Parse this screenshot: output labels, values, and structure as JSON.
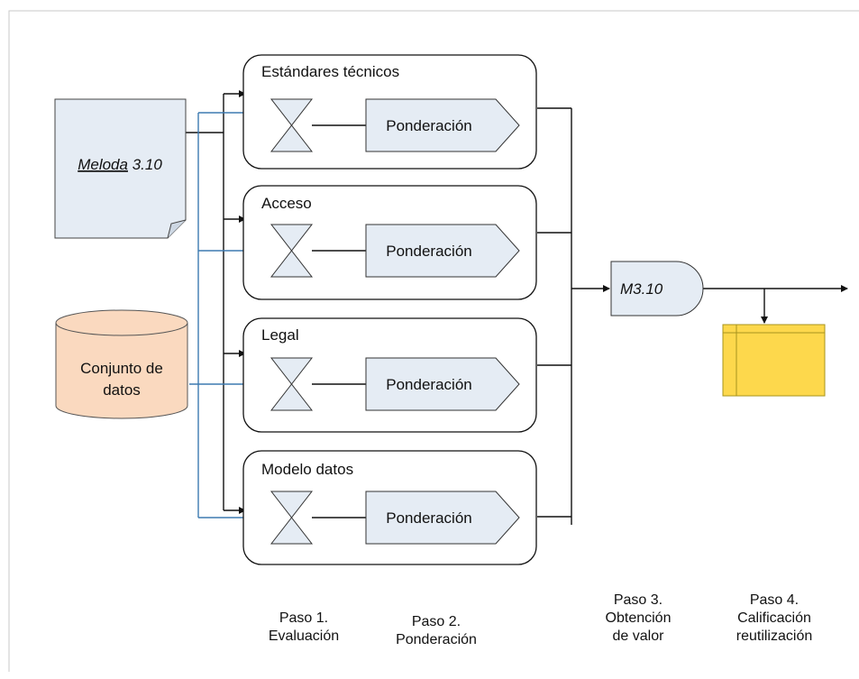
{
  "inputs": {
    "document": {
      "label_italic": "Meloda",
      "label_rest": " 3.10"
    },
    "database": {
      "line1": "Conjunto de",
      "line2": "datos"
    }
  },
  "criteria": [
    {
      "title": "Estándares técnicos",
      "weight_label": "Ponderación"
    },
    {
      "title": "Acceso",
      "weight_label": "Ponderación"
    },
    {
      "title": "Legal",
      "weight_label": "Ponderación"
    },
    {
      "title": "Modelo datos",
      "weight_label": "Ponderación"
    }
  ],
  "aggregator": {
    "label": "M3.10"
  },
  "steps": [
    {
      "line1": "Paso 1.",
      "line2": "Evaluación",
      "line3": ""
    },
    {
      "line1": "Paso 2.",
      "line2": "Ponderación",
      "line3": ""
    },
    {
      "line1": "Paso 3.",
      "line2": "Obtención",
      "line3": "de valor"
    },
    {
      "line1": "Paso 4.",
      "line2": "Calificación",
      "line3": "reutilización"
    }
  ],
  "colors": {
    "document_fill": "#e5ecf4",
    "database_fill": "#fad9bf",
    "shape_fill": "#e5ecf4",
    "output_fill": "#fdd84c",
    "blue_line": "#3d7ab0"
  }
}
